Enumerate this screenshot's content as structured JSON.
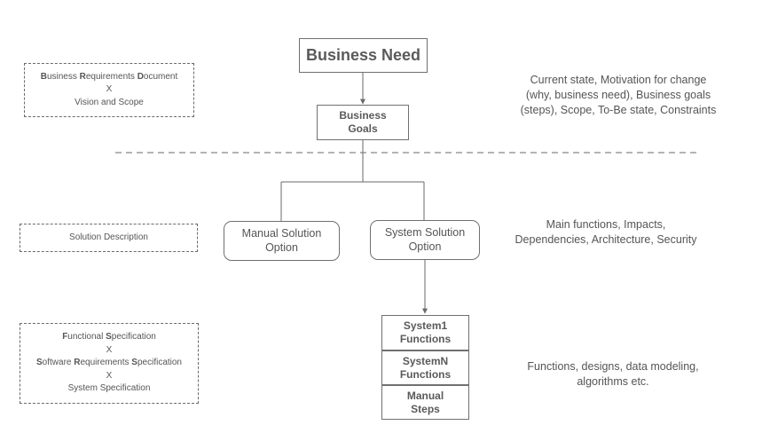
{
  "nodes": {
    "business_need": {
      "label": "Business Need"
    },
    "business_goals": {
      "lines": [
        "Business",
        "Goals"
      ]
    },
    "manual_option": {
      "lines": [
        "Manual Solution",
        "Option"
      ]
    },
    "system_option": {
      "lines": [
        "System Solution",
        "Option"
      ]
    },
    "system1_functions": {
      "lines": [
        "System1",
        "Functions"
      ]
    },
    "systemn_functions": {
      "lines": [
        "SystemN",
        "Functions"
      ]
    },
    "manual_steps": {
      "lines": [
        "Manual",
        "Steps"
      ]
    }
  },
  "documents": {
    "brd": {
      "line1": [
        {
          "b": "B",
          "r": "usiness "
        },
        {
          "b": "R",
          "r": "equirements "
        },
        {
          "b": "D",
          "r": "ocument"
        }
      ],
      "sep": "X",
      "line3": "Vision and Scope"
    },
    "solution_description": {
      "label": "Solution Description"
    },
    "specs": {
      "line1": [
        {
          "b": "F",
          "r": "unctional "
        },
        {
          "b": "S",
          "r": "pecification"
        }
      ],
      "sep1": "X",
      "line3": [
        {
          "b": "S",
          "r": "oftware "
        },
        {
          "b": "R",
          "r": "equirements "
        },
        {
          "b": "S",
          "r": "pecification"
        }
      ],
      "sep2": "X",
      "line5": "System Specification"
    }
  },
  "notes": {
    "business": [
      "Current state, Motivation for change",
      "(why, business need), Business goals",
      "(steps), Scope, To-Be state, Constraints"
    ],
    "solution": [
      "Main functions, Impacts,",
      "Dependencies, Architecture, Security"
    ],
    "functions": [
      "Functions, designs, data modeling,",
      "algorithms etc."
    ]
  },
  "colors": {
    "line": "#6a6a6a",
    "text": "#555555",
    "border": "#707070"
  }
}
